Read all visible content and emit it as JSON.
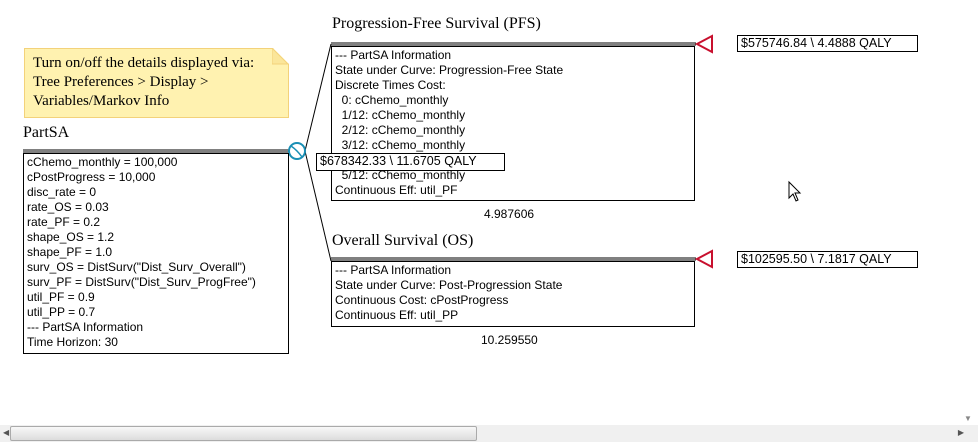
{
  "note": {
    "lines": [
      "Turn on/off the details displayed via:",
      "Tree Preferences > Display >",
      "Variables/Markov Info"
    ]
  },
  "root": {
    "name": "PartSA",
    "lines": [
      "cChemo_monthly = 100,000",
      "cPostProgress = 10,000",
      "disc_rate = 0",
      "rate_OS = 0.03",
      "rate_PF = 0.2",
      "shape_OS = 1.2",
      "shape_PF = 1.0",
      "surv_OS = DistSurv(\"Dist_Surv_Overall\")",
      "surv_PF = DistSurv(\"Dist_Surv_ProgFree\")",
      "util_PF = 0.9",
      "util_PP = 0.7",
      "--- PartSA Information",
      "Time Horizon: 30"
    ],
    "result": "$678342.33 \\ 11.6705 QALY"
  },
  "pfs": {
    "name": "Progression-Free Survival (PFS)",
    "lines": [
      "--- PartSA Information",
      "State under Curve: Progression-Free State",
      "Discrete Times Cost:",
      "  0: cChemo_monthly",
      "  1/12: cChemo_monthly",
      "  2/12: cChemo_monthly",
      "  3/12: cChemo_monthly",
      "",
      "  5/12: cChemo_monthly",
      "Continuous Eff: util_PF"
    ],
    "value": "4.987606",
    "result": "$575746.84 \\ 4.4888 QALY"
  },
  "os": {
    "name": "Overall Survival (OS)",
    "lines": [
      "--- PartSA Information",
      "State under Curve: Post-Progression State",
      "Continuous Cost: cPostProgress",
      "Continuous Eff: util_PP"
    ],
    "value": "10.259550",
    "result": "$102595.50 \\ 7.1817 QALY"
  },
  "colors": {
    "terminal": "#c8102e",
    "markov_node": "#1a8fb5",
    "note_bg": "#fff2b0"
  }
}
